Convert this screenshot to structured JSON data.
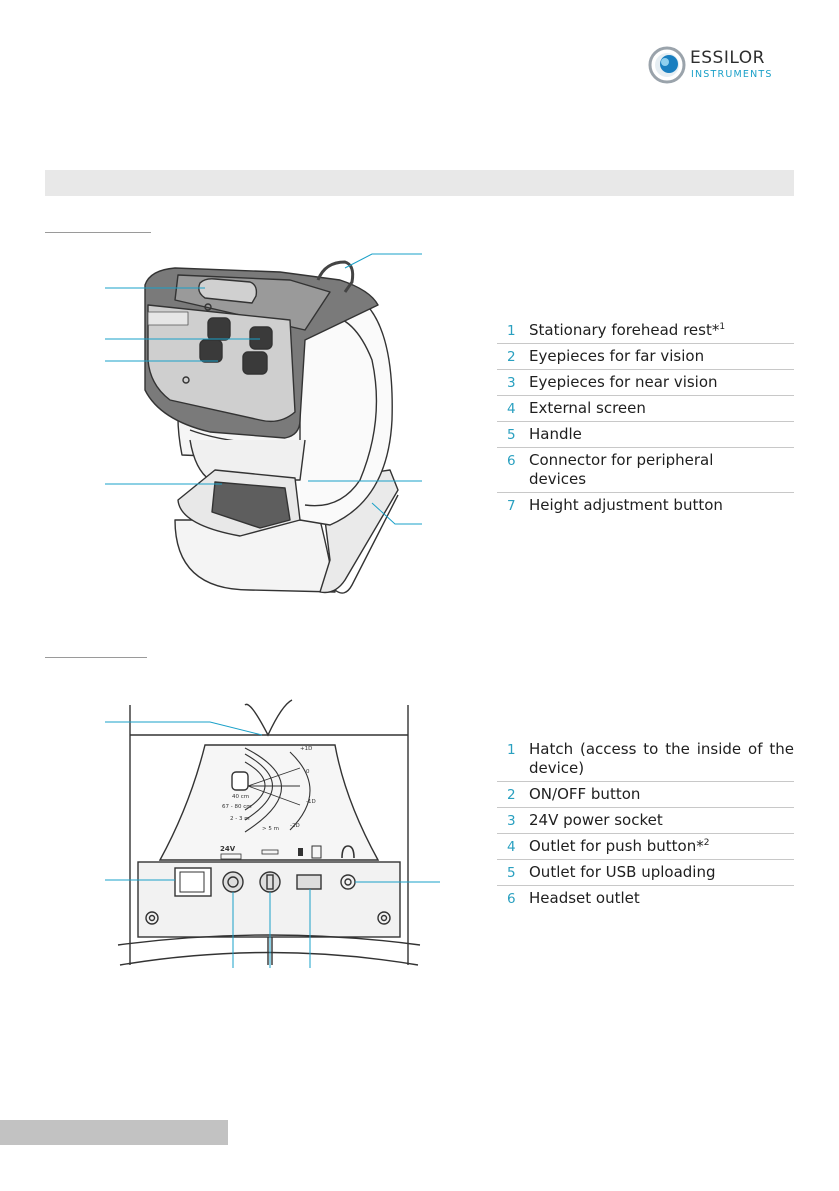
{
  "brand": {
    "name": "ESSILOR",
    "sub": "INSTRUMENTS",
    "accent_color": "#1aa0c8"
  },
  "section_front": {
    "legend": [
      {
        "num": "1",
        "text": "Stationary forehead rest*",
        "sup": "1"
      },
      {
        "num": "2",
        "text": "Eyepieces for far vision"
      },
      {
        "num": "3",
        "text": "Eyepieces for near vision"
      },
      {
        "num": "4",
        "text": "External screen"
      },
      {
        "num": "5",
        "text": "Handle"
      },
      {
        "num": "6",
        "text": "Connector for peripheral devices"
      },
      {
        "num": "7",
        "text": "Height adjustment button"
      }
    ]
  },
  "section_back": {
    "panel": {
      "label_24v": "24V",
      "distance_labels": [
        "40 cm",
        "67 - 80 cm",
        "2 - 3 m",
        "> 5 m"
      ],
      "power_labels": [
        "+1D",
        "0",
        "-1D",
        "-2D"
      ]
    },
    "legend": [
      {
        "num": "1",
        "text": "Hatch (access to the inside of the device)"
      },
      {
        "num": "2",
        "text": "ON/OFF button"
      },
      {
        "num": "3",
        "text": "24V power socket"
      },
      {
        "num": "4",
        "text": "Outlet for push button*",
        "sup": "2"
      },
      {
        "num": "5",
        "text": "Outlet for USB uploading"
      },
      {
        "num": "6",
        "text": "Headset outlet"
      }
    ]
  }
}
